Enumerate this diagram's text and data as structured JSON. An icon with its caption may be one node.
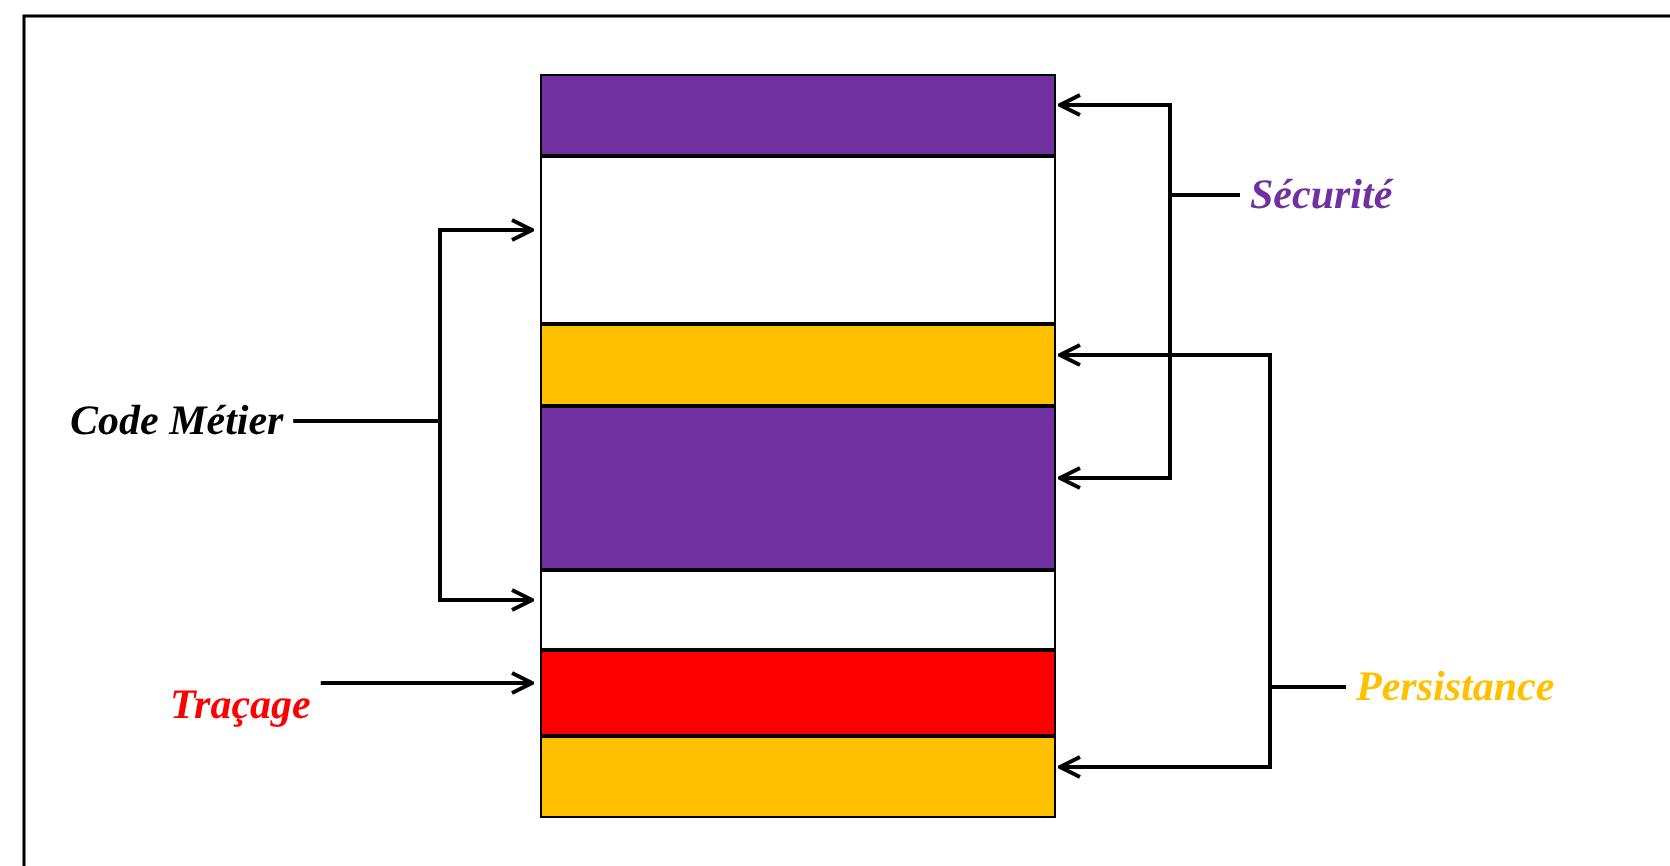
{
  "diagram": {
    "nodes": [
      {
        "text": [],
        "shape": "box"
      },
      {
        "text": [],
        "shape": "box"
      },
      {
        "text": [],
        "shape": "box"
      },
      {
        "text": [],
        "shape": "box"
      },
      {
        "text": [],
        "shape": "box"
      },
      {
        "text": [],
        "shape": "box"
      },
      {
        "text": [],
        "shape": "box"
      },
      {
        "text": [
          "Sécurité"
        ]
      },
      {
        "text": [
          "Code Métier"
        ]
      },
      {
        "text": [
          "Traçage"
        ]
      },
      {
        "text": [
          "Persistance"
        ]
      }
    ],
    "edges": [
      {
        "from": 7,
        "to": 0,
        "arrow": "to"
      },
      {
        "from": 7,
        "to": 3,
        "arrow": "to"
      },
      {
        "from": 8,
        "to": 1,
        "arrow": "to"
      },
      {
        "from": 8,
        "to": 4,
        "arrow": "to"
      },
      {
        "from": 9,
        "to": 5,
        "arrow": "to"
      },
      {
        "from": 10,
        "to": 2,
        "arrow": "to"
      },
      {
        "from": 10,
        "to": 6,
        "arrow": "to"
      }
    ]
  }
}
